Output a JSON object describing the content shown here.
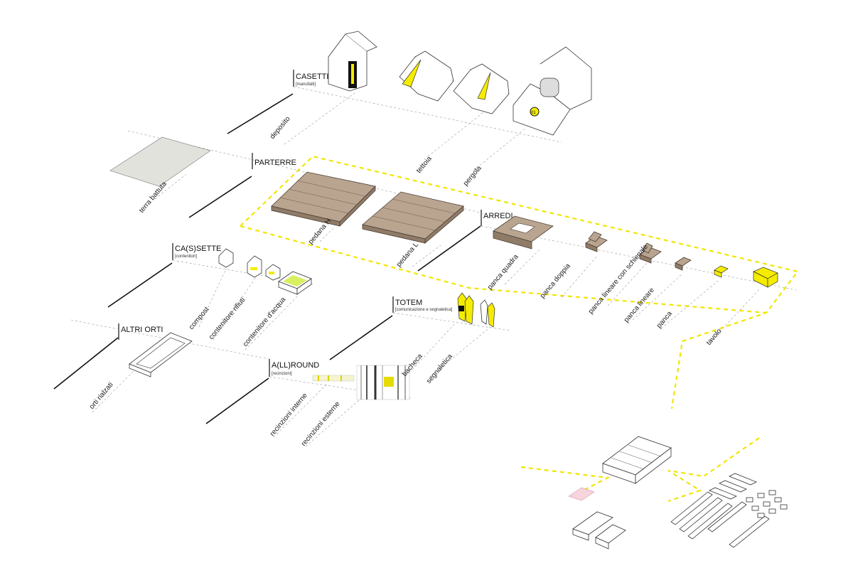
{
  "categories": {
    "casette": {
      "title": "CASETTE",
      "subtitle": "[manufatti]"
    },
    "parterre": {
      "title": "PARTERRE",
      "subtitle": ""
    },
    "arredi": {
      "title": "ARREDI",
      "subtitle": ""
    },
    "cassette": {
      "title": "CA(S)SETTE",
      "subtitle": "[contenitori]"
    },
    "totem": {
      "title": "TOTEM",
      "subtitle": "[comunicazione e segnaletica]"
    },
    "altri_orti": {
      "title": "ALTRI ORTI",
      "subtitle": ""
    },
    "allround": {
      "title": "A(LL)ROUND",
      "subtitle": "[recinzioni]"
    }
  },
  "labels": {
    "deposito": "deposito",
    "tettoia": "tettoia",
    "pergola": "pergola",
    "terra_battuta": "terra battuta",
    "pedana_h": "pedana H",
    "pedana_l": "pedana L",
    "panca_quadra": "panca quadra",
    "panca_doppia": "panca doppia",
    "panca_lineare_schienale": "panca lineare con schienale",
    "panca_lineare": "panca lineare",
    "panca": "panca",
    "tavolo": "tavolo",
    "compost": "compost",
    "contenitore_rifiuti": "contenitore rifiuti",
    "contenitore_acqua": "contenitore d'acqua",
    "bacheca": "bacheca",
    "segnaletica": "segnaletica",
    "orti_rialzati": "orti rialzati",
    "recinzioni_interne": "recinzioni interne",
    "recinzioni_esterne": "recinzioni esterne"
  },
  "badge": "01",
  "colors": {
    "accent": "#f5ec00",
    "wood": "#b9a48f",
    "line": "#111111"
  }
}
